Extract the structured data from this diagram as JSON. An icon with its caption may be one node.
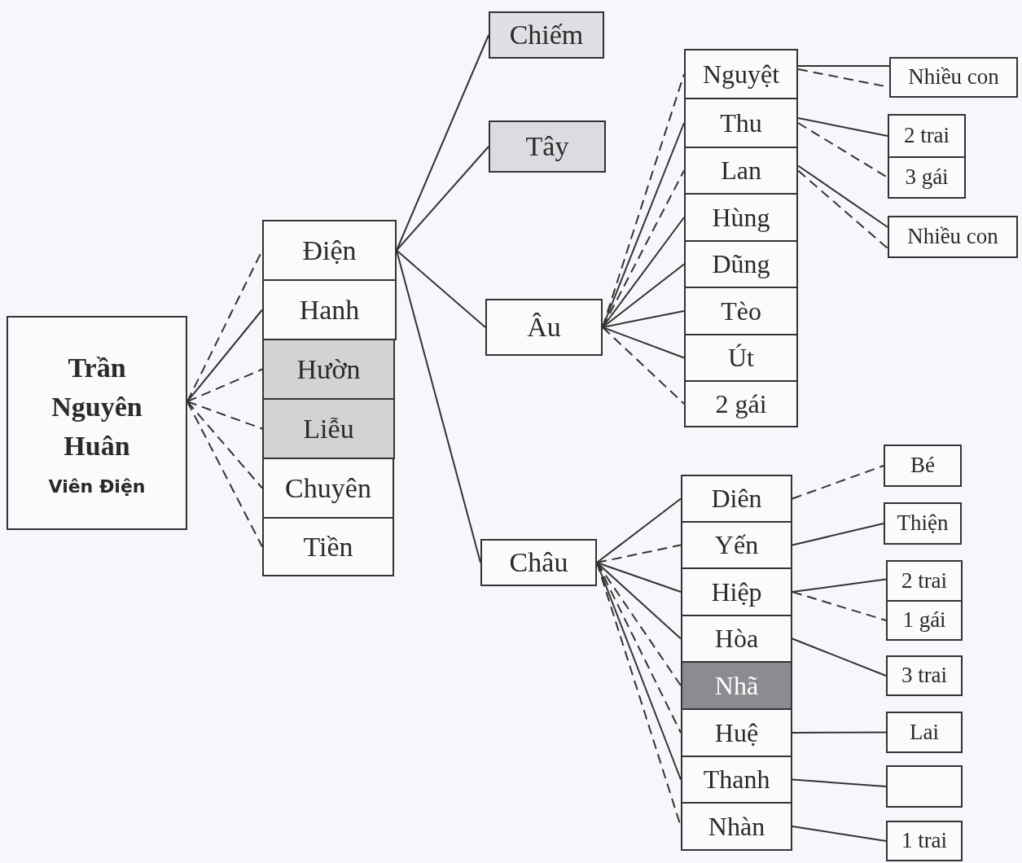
{
  "diagram": {
    "nodes": [
      {
        "text": [
          "Trần Nguyên Huân",
          "Viên Điện"
        ]
      },
      {
        "text": [
          "Điện"
        ]
      },
      {
        "text": [
          "Hanh"
        ]
      },
      {
        "text": [
          "Hườn"
        ]
      },
      {
        "text": [
          "Liễu"
        ]
      },
      {
        "text": [
          "Chuyên"
        ]
      },
      {
        "text": [
          "Tiền"
        ]
      },
      {
        "text": [
          "Chiếm"
        ]
      },
      {
        "text": [
          "Tây"
        ]
      },
      {
        "text": [
          "Âu"
        ]
      },
      {
        "text": [
          "Châu"
        ]
      },
      {
        "text": [
          "Nguyệt"
        ]
      },
      {
        "text": [
          "Thu"
        ]
      },
      {
        "text": [
          "Lan"
        ]
      },
      {
        "text": [
          "Hùng"
        ]
      },
      {
        "text": [
          "Dũng"
        ]
      },
      {
        "text": [
          "Tèo"
        ]
      },
      {
        "text": [
          "Út"
        ]
      },
      {
        "text": [
          "2 gái"
        ]
      },
      {
        "text": [
          "Nhiều con"
        ]
      },
      {
        "text": [
          "2 trai"
        ]
      },
      {
        "text": [
          "3 gái"
        ]
      },
      {
        "text": [
          "Nhiều con"
        ]
      },
      {
        "text": [
          "Diên"
        ]
      },
      {
        "text": [
          "Yến"
        ]
      },
      {
        "text": [
          "Hiệp"
        ]
      },
      {
        "text": [
          "Hòa"
        ]
      },
      {
        "text": [
          "Nhã"
        ]
      },
      {
        "text": [
          "Huệ"
        ]
      },
      {
        "text": [
          "Thanh"
        ]
      },
      {
        "text": [
          "Nhàn"
        ]
      },
      {
        "text": [
          "Bé"
        ]
      },
      {
        "text": [
          "Thiện"
        ]
      },
      {
        "text": [
          "2 trai"
        ]
      },
      {
        "text": [
          "1 gái"
        ]
      },
      {
        "text": [
          "3 trai"
        ]
      },
      {
        "text": [
          "Lai"
        ]
      },
      {
        "text": [],
        "shape": "box"
      },
      {
        "text": [
          "1 trai"
        ]
      }
    ],
    "edges": [
      {
        "from": 0,
        "to": 1,
        "arrow": "none",
        "style": "dashed"
      },
      {
        "from": 0,
        "to": 2,
        "arrow": "none"
      },
      {
        "from": 0,
        "to": 3,
        "arrow": "none",
        "style": "dashed"
      },
      {
        "from": 0,
        "to": 4,
        "arrow": "none",
        "style": "dashed"
      },
      {
        "from": 0,
        "to": 5,
        "arrow": "none",
        "style": "dashed"
      },
      {
        "from": 0,
        "to": 6,
        "arrow": "none",
        "style": "dashed"
      },
      {
        "from": 1,
        "to": 7,
        "arrow": "none"
      },
      {
        "from": 1,
        "to": 8,
        "arrow": "none"
      },
      {
        "from": 1,
        "to": 9,
        "arrow": "none"
      },
      {
        "from": 1,
        "to": 10,
        "arrow": "none"
      },
      {
        "from": 9,
        "to": 11,
        "arrow": "none",
        "style": "dashed"
      },
      {
        "from": 9,
        "to": 12,
        "arrow": "none"
      },
      {
        "from": 9,
        "to": 13,
        "arrow": "none",
        "style": "dashed"
      },
      {
        "from": 9,
        "to": 14,
        "arrow": "none"
      },
      {
        "from": 9,
        "to": 15,
        "arrow": "none"
      },
      {
        "from": 9,
        "to": 16,
        "arrow": "none"
      },
      {
        "from": 9,
        "to": 17,
        "arrow": "none"
      },
      {
        "from": 9,
        "to": 18,
        "arrow": "none",
        "style": "dashed"
      },
      {
        "from": 11,
        "to": 19,
        "arrow": "none"
      },
      {
        "from": 11,
        "to": 19,
        "arrow": "none",
        "style": "dashed"
      },
      {
        "from": 12,
        "to": 20,
        "arrow": "none"
      },
      {
        "from": 12,
        "to": 21,
        "arrow": "none",
        "style": "dashed"
      },
      {
        "from": 13,
        "to": 22,
        "arrow": "none"
      },
      {
        "from": 13,
        "to": 22,
        "arrow": "none",
        "style": "dashed"
      },
      {
        "from": 10,
        "to": 23,
        "arrow": "none"
      },
      {
        "from": 10,
        "to": 24,
        "arrow": "none",
        "style": "dashed"
      },
      {
        "from": 10,
        "to": 25,
        "arrow": "none"
      },
      {
        "from": 10,
        "to": 26,
        "arrow": "none"
      },
      {
        "from": 10,
        "to": 27,
        "arrow": "none",
        "style": "dashed"
      },
      {
        "from": 10,
        "to": 28,
        "arrow": "none",
        "style": "dashed"
      },
      {
        "from": 10,
        "to": 29,
        "arrow": "none"
      },
      {
        "from": 10,
        "to": 30,
        "arrow": "none",
        "style": "dashed"
      },
      {
        "from": 23,
        "to": 31,
        "arrow": "none",
        "style": "dashed"
      },
      {
        "from": 24,
        "to": 32,
        "arrow": "none"
      },
      {
        "from": 25,
        "to": 33,
        "arrow": "none"
      },
      {
        "from": 25,
        "to": 34,
        "arrow": "none",
        "style": "dashed"
      },
      {
        "from": 26,
        "to": 35,
        "arrow": "none"
      },
      {
        "from": 28,
        "to": 36,
        "arrow": "none"
      },
      {
        "from": 29,
        "to": 37,
        "arrow": "none"
      },
      {
        "from": 30,
        "to": 38,
        "arrow": "none"
      }
    ]
  }
}
